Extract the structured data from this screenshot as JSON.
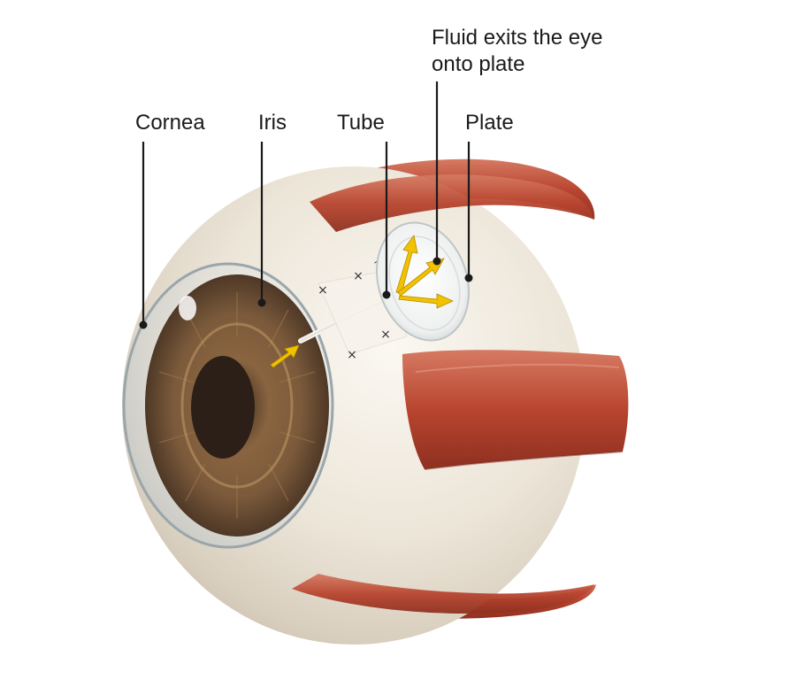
{
  "labels": {
    "cornea": "Cornea",
    "iris": "Iris",
    "tube": "Tube",
    "plate": "Plate",
    "fluid_line1": "Fluid exits the eye",
    "fluid_line2": "onto plate"
  },
  "colors": {
    "background": "#ffffff",
    "sclera": "#ebe4d8",
    "muscle": "#c0503a",
    "iris": "#7a5a3a",
    "pupil": "#2b1f18",
    "arrow": "#f2c200",
    "leader_line": "#1a1a1a"
  }
}
